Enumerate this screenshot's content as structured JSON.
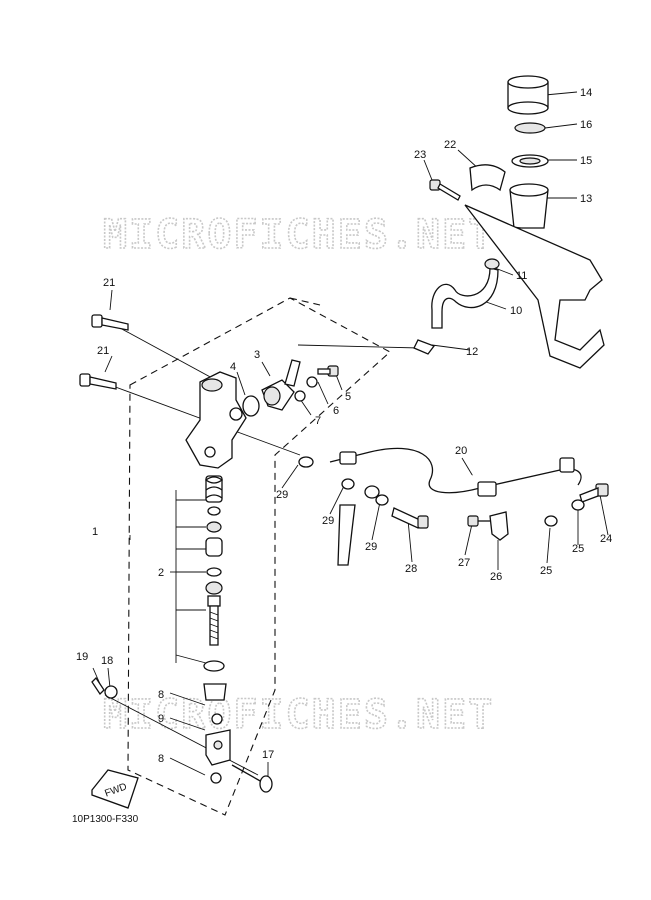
{
  "watermark": "MICROFICHES.NET",
  "diagram_code": "10P1300-F330",
  "fwd_label": "FWD",
  "callouts": [
    "1",
    "2",
    "3",
    "4",
    "5",
    "6",
    "7",
    "8",
    "8",
    "9",
    "10",
    "11",
    "12",
    "13",
    "14",
    "15",
    "16",
    "17",
    "18",
    "19",
    "20",
    "21",
    "21",
    "22",
    "23",
    "24",
    "25",
    "25",
    "26",
    "27",
    "28",
    "29",
    "29",
    "29"
  ]
}
